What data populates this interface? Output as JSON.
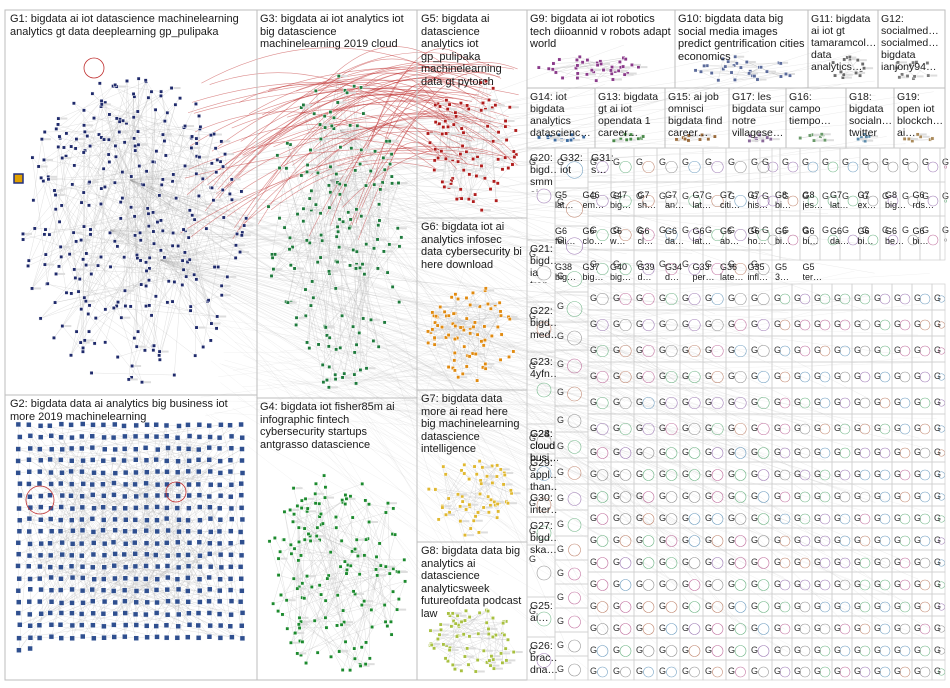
{
  "groups": [
    {
      "id": "G1",
      "label": "G1: bigdata ai iot datascience machinelearning analytics gt data deeplearning gp_pulipaka",
      "color": "#1f2a6b"
    },
    {
      "id": "G2",
      "label": "G2: bigdata data ai analytics big business iot more 2019 machinelearning",
      "color": "#2f4f8f"
    },
    {
      "id": "G3",
      "label": "G3: bigdata ai iot analytics iot big datascience machinelearning 2019 cloud",
      "color": "#1e7a3c"
    },
    {
      "id": "G4",
      "label": "G4: bigdata iot fisher85m ai infographic fintech cybersecurity startups antgrasso datascience",
      "color": "#1c8a2e"
    },
    {
      "id": "G5",
      "label": "G5: bigdata ai datascience analytics iot gp_pulipaka machinelearning data gt pytorch",
      "color": "#b01c1c"
    },
    {
      "id": "G6",
      "label": "G6: bigdata iot ai analytics infosec data cybersecurity bi here download",
      "color": "#e08a10"
    },
    {
      "id": "G7",
      "label": "G7: bigdata data more ai read here big machinelearning datascience intelligence",
      "color": "#e0b830"
    },
    {
      "id": "G8",
      "label": "G8: bigdata data big analytics ai datascience analyticsweek futureofdata podcast law",
      "color": "#a8c040"
    },
    {
      "id": "G9",
      "label": "G9: bigdata ai iot robotics tech diioannid v robots adapt world",
      "color": "#8a3a8a"
    },
    {
      "id": "G10",
      "label": "G10: bigdata data big social media images predict gentrification cities economics",
      "color": "#5a6a9a"
    },
    {
      "id": "G11",
      "label": "G11: bigdata ai iot gt tamaramcol… data analytics…",
      "color": "#6a6a6a"
    },
    {
      "id": "G12",
      "label": "G12: socialmed… socialmed… bigdata ianjony94…",
      "color": "#7a7a7a"
    },
    {
      "id": "G13",
      "label": "G13: bigdata gt ai iot opendata 1 career…",
      "color": "#4a8a4a"
    },
    {
      "id": "G14",
      "label": "G14: iot bigdata analytics datascienc…",
      "color": "#3a6aa0"
    },
    {
      "id": "G15",
      "label": "G15: ai job omnisci bigdata find career…",
      "color": "#9a6a3a"
    },
    {
      "id": "G16",
      "label": "G16: campo tiempo…",
      "color": "#6a9a6a"
    },
    {
      "id": "G17",
      "label": "G17: les bigdata sur notre villagese…",
      "color": "#8a6a9a"
    },
    {
      "id": "G18",
      "label": "G18: bigdata socialn… twitter",
      "color": "#5a8aaa"
    },
    {
      "id": "G19",
      "label": "G19: open iot blockch… ai…",
      "color": "#aa8a5a"
    },
    {
      "id": "G20",
      "label": "G20: bigd… smm ai follo… iot…",
      "color": "#6a7a8a"
    },
    {
      "id": "G21",
      "label": "G21: bigd… ia tran…",
      "color": "#8a8a6a"
    },
    {
      "id": "G22",
      "label": "G22: bigd… med…",
      "color": "#7a8a9a"
    },
    {
      "id": "G23",
      "label": "G23: 4yfn…",
      "color": "#9a7a7a"
    },
    {
      "id": "G24",
      "label": "G24: cloud busi…",
      "color": "#7a9a8a"
    },
    {
      "id": "G25",
      "label": "G25: ai…",
      "color": "#8a7a9a"
    },
    {
      "id": "G26",
      "label": "G26: brac… dna…",
      "color": "#9a8a7a"
    },
    {
      "id": "G27",
      "label": "G27: bigd… ska…",
      "color": "#7a8a7a"
    },
    {
      "id": "G28",
      "label": "G28: cloud busi…",
      "color": "#8a9a7a"
    },
    {
      "id": "G29",
      "label": "G29: appl… than…",
      "color": "#9a7a8a"
    },
    {
      "id": "G30",
      "label": "G30: inter…",
      "color": "#7a7a9a"
    },
    {
      "id": "G31",
      "label": "G31: s…",
      "color": "#8a8a8a"
    },
    {
      "id": "G32",
      "label": "G32: iot",
      "color": "#8a8a8a"
    }
  ],
  "tiny_labels": [
    "G5 lat…",
    "G46 em…",
    "G47 big…",
    "G7 sh…",
    "G7 an…",
    "G7 lat…",
    "G7 citi…",
    "G7 his…",
    "G8 bi…",
    "G8 jes…",
    "G7 lat…",
    "G7 ex…",
    "G8 big…",
    "G6 rds…",
    "G6 feli…",
    "G6 clo…",
    "G6 w…",
    "G6 cl…",
    "G6 da…",
    "G6 lat…",
    "G6 ab…",
    "G6 ho…",
    "G6 bi…",
    "G6 bi…",
    "G6 da…",
    "G6 bi…",
    "G6 be…",
    "G6 bi…",
    "G38 big…",
    "G37 big…",
    "G40 big…",
    "G39 d…",
    "G34 d…",
    "G33 per…",
    "G36 late…",
    "G35 infl…",
    "G5 3…",
    "G5 ter…"
  ],
  "chart_data": {
    "type": "network",
    "layout": "group-in-a-box",
    "edge_colors": {
      "within_group": "#9a9a9a",
      "cross_group_highlight": "#c03030"
    }
  }
}
